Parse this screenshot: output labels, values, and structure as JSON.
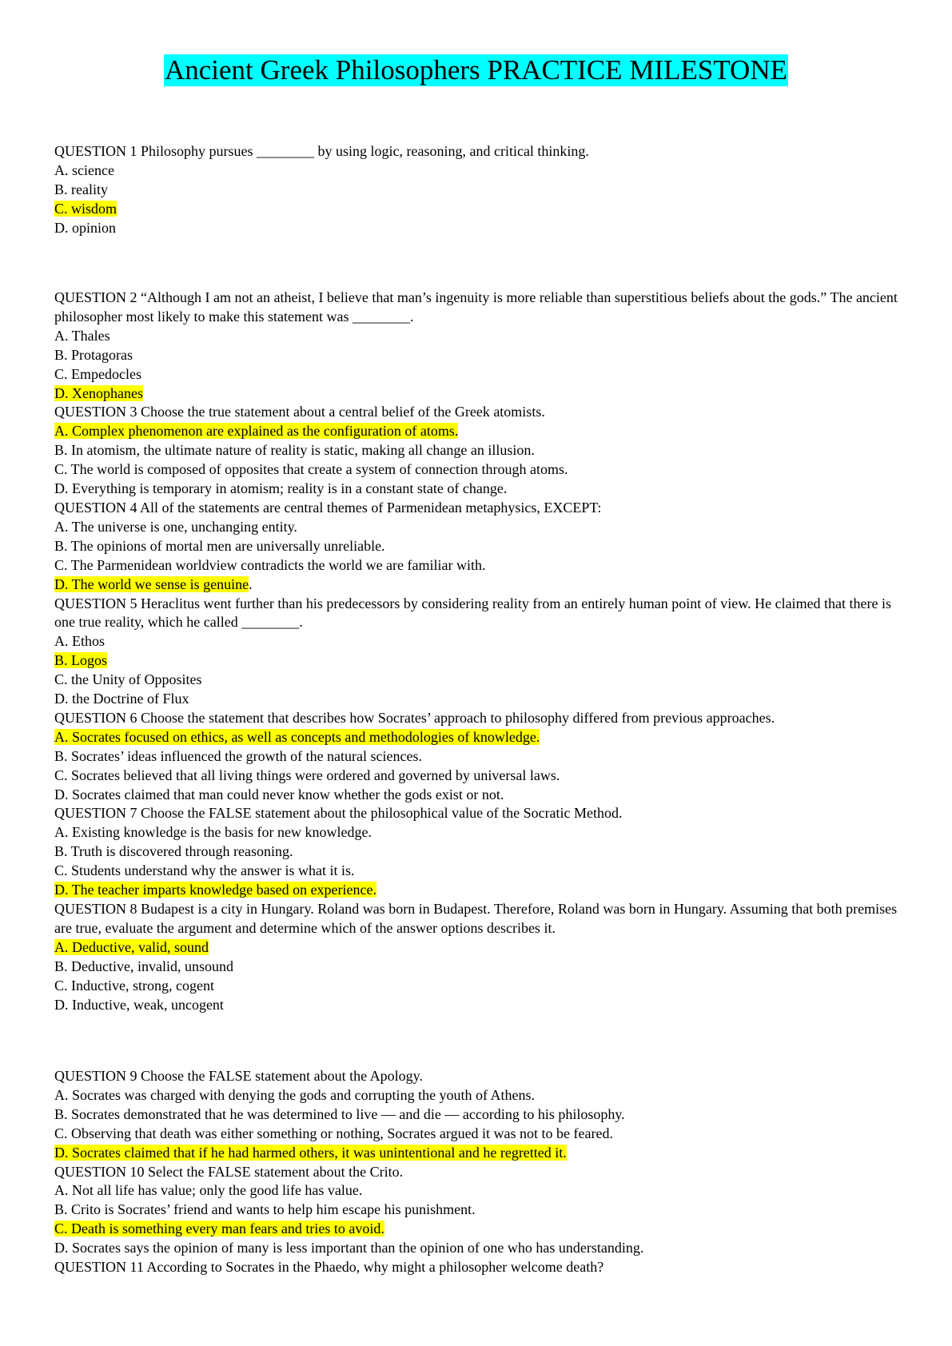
{
  "title": "Ancient Greek Philosophers PRACTICE MILESTONE",
  "highlight_color": "#ffff00",
  "title_highlight_color": "#00ffff",
  "blocks": [
    [
      {
        "q": "QUESTION 1 Philosophy pursues ________ by using logic, reasoning, and critical thinking.",
        "options": [
          {
            "t": "A. science"
          },
          {
            "t": "B. reality"
          },
          {
            "t": "C. wisdom",
            "correct": true
          },
          {
            "t": "D. opinion"
          }
        ]
      }
    ],
    [
      {
        "q": "QUESTION 2 “Although I am not an atheist, I believe that man’s ingenuity is more reliable than superstitious beliefs about the gods.” The ancient philosopher most likely to make this statement was ________.",
        "options": [
          {
            "t": "A. Thales"
          },
          {
            "t": "B. Protagoras"
          },
          {
            "t": "C. Empedocles"
          },
          {
            "t": "D. Xenophanes",
            "correct": true
          }
        ]
      },
      {
        "q": "QUESTION 3 Choose the true statement about a central belief of the Greek atomists.",
        "options": [
          {
            "t": "A. Complex phenomenon are explained as the configuration of atoms.",
            "correct": true
          },
          {
            "t": "B. In atomism, the ultimate nature of reality is static, making all change an illusion."
          },
          {
            "t": "C. The world is composed of opposites that create a system of connection through atoms."
          },
          {
            "t": "D. Everything is temporary in atomism; reality is in a constant state of change."
          }
        ]
      },
      {
        "q": "QUESTION 4 All of the statements are central themes of Parmenidean metaphysics, EXCEPT:",
        "options": [
          {
            "t": "A. The universe is one, unchanging entity."
          },
          {
            "t": "B. The opinions of mortal men are universally unreliable."
          },
          {
            "t": "C. The Parmenidean worldview contradicts the world we are familiar with."
          },
          {
            "t": "D. The world we sense is genuine",
            "correct": true,
            "suffix": "."
          }
        ]
      },
      {
        "q": "QUESTION 5 Heraclitus went further than his predecessors by considering reality from an entirely human point of view. He claimed that there is one true reality, which he called ________.",
        "options": [
          {
            "t": "A. Ethos"
          },
          {
            "t": "B. Logos",
            "correct": true
          },
          {
            "t": "C. the Unity of Opposites"
          },
          {
            "t": "D. the Doctrine of Flux"
          }
        ]
      },
      {
        "q": "QUESTION 6 Choose the statement that describes how Socrates’ approach to philosophy differed from previous approaches.",
        "options": [
          {
            "t": "A. Socrates focused on ethics, as well as concepts and methodologies of knowledge.",
            "correct": true
          },
          {
            "t": "B. Socrates’ ideas influenced the growth of the natural sciences."
          },
          {
            "t": "C. Socrates believed that all living things were ordered and governed by universal laws."
          },
          {
            "t": "D. Socrates claimed that man could never know whether the gods exist or not."
          }
        ]
      },
      {
        "q": "QUESTION 7 Choose the FALSE statement about the philosophical value of the Socratic Method.",
        "options": [
          {
            "t": "A. Existing knowledge is the basis for new knowledge."
          },
          {
            "t": "B. Truth is discovered through reasoning."
          },
          {
            "t": "C. Students understand why the answer is what it is."
          },
          {
            "t": "D. The teacher imparts knowledge based on experience.",
            "correct": true
          }
        ]
      },
      {
        "q": "QUESTION 8 Budapest is a city in Hungary. Roland was born in Budapest. Therefore, Roland was born in Hungary. Assuming that both premises are true, evaluate the argument and determine which of the answer options describes it.",
        "options": [
          {
            "t": "A. Deductive, valid, sound",
            "correct": true
          },
          {
            "t": "B. Deductive, invalid, unsound"
          },
          {
            "t": "C. Inductive, strong, cogent"
          },
          {
            "t": "D. Inductive, weak, uncogent"
          }
        ]
      }
    ],
    [
      {
        "q": "QUESTION 9 Choose the FALSE statement about the Apology.",
        "options": [
          {
            "t": "A. Socrates was charged with denying the gods and corrupting the youth of Athens."
          },
          {
            "t": "B. Socrates demonstrated that he was determined to live — and die — according to his philosophy."
          },
          {
            "t": "C. Observing that death was either something or nothing, Socrates argued it was not to be feared."
          },
          {
            "t": "D. Socrates claimed that if he had harmed others, it was unintentional and he regretted it.",
            "correct": true
          }
        ]
      },
      {
        "q": "QUESTION 10 Select the FALSE statement about the Crito.",
        "options": [
          {
            "t": "A. Not all life has value; only the good life has value."
          },
          {
            "t": "B. Crito is Socrates’ friend and wants to help him escape his punishment."
          },
          {
            "t": "C. Death is something every man fears and tries to avoid.",
            "correct": true
          },
          {
            "t": "D. Socrates says the opinion of many is less important than the opinion of one who has understanding."
          }
        ]
      },
      {
        "q": "QUESTION 11 According to Socrates in the Phaedo, why might a philosopher welcome death?",
        "options": []
      }
    ]
  ]
}
